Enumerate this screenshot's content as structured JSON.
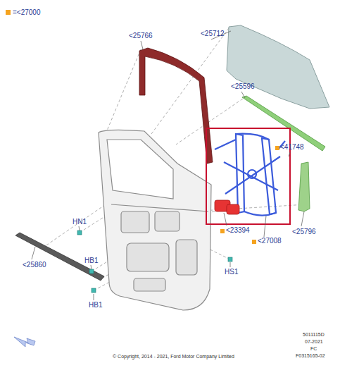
{
  "diagram": {
    "labels": [
      "<25766",
      "<25712",
      "<25596",
      "<41748",
      "<23394",
      "<27008",
      "<25796",
      "<25860",
      "HN1",
      "HB1",
      "HB1",
      "HS1",
      "5011115D",
      "07-2021",
      "FC",
      "F0315165-02",
      "© Copyright, 2014 - 2021, Ford Motor Company Limited"
    ],
    "legend": [
      {
        "text": "=<27000",
        "color": "#f5a31f"
      }
    ]
  }
}
